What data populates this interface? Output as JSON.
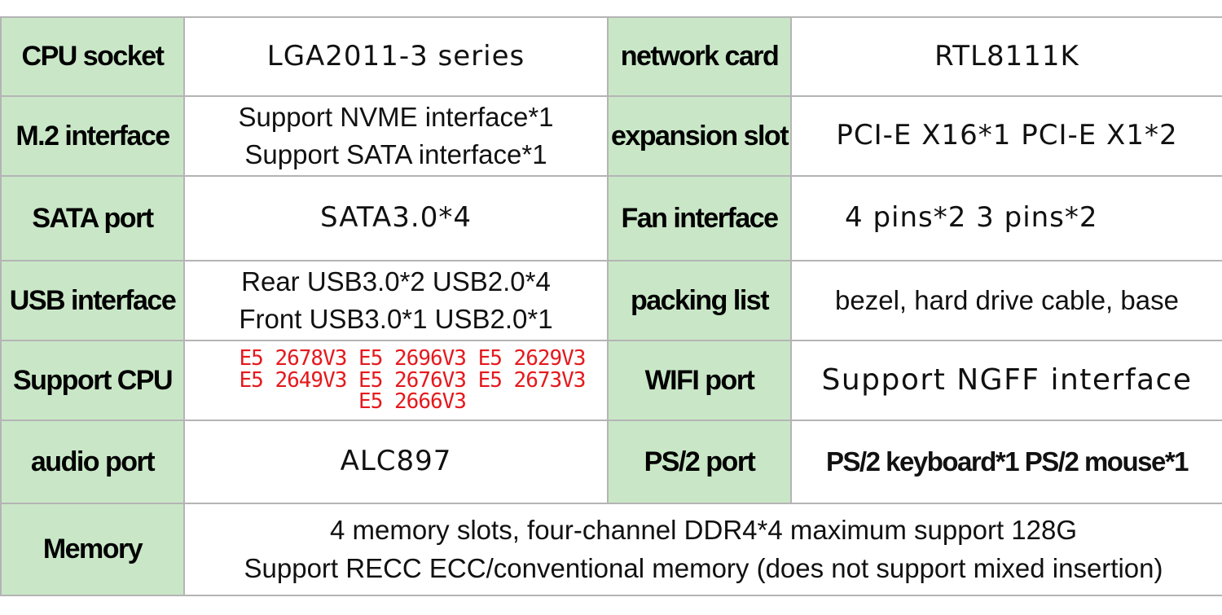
{
  "specs": {
    "cpu_socket": {
      "label": "CPU socket",
      "value": "LGA2011-3 series"
    },
    "network_card": {
      "label": "network card",
      "value": "RTL8111K"
    },
    "m2_interface": {
      "label": "M.2 interface",
      "lines": [
        "Support NVME interface*1",
        "Support SATA interface*1"
      ]
    },
    "expansion_slot": {
      "label": "expansion slot",
      "value": "PCI-E X16*1 PCI-E X1*2"
    },
    "sata_port": {
      "label": "SATA port",
      "value": "SATA3.0*4"
    },
    "fan_interface": {
      "label": "Fan interface",
      "value": "4 pins*2 3 pins*2"
    },
    "usb_interface": {
      "label": "USB interface",
      "lines": [
        "Rear USB3.0*2 USB2.0*4",
        "Front USB3.0*1 USB2.0*1"
      ]
    },
    "packing_list": {
      "label": "packing list",
      "value": "bezel, hard drive cable, base"
    },
    "support_cpu": {
      "label": "Support CPU",
      "lines": [
        "E5 2678V3 E5 2696V3 E5 2629V3",
        "E5 2649V3 E5 2676V3 E5 2673V3",
        "E5 2666V3"
      ]
    },
    "wifi_port": {
      "label": "WIFI port",
      "value": "Support NGFF interface"
    },
    "audio_port": {
      "label": "audio port",
      "value": "ALC897"
    },
    "ps2_port": {
      "label": "PS/2 port",
      "value": "PS/2 keyboard*1 PS/2 mouse*1"
    },
    "memory": {
      "label": "Memory",
      "lines": [
        "4 memory slots, four-channel DDR4*4 maximum support 128G",
        "Support RECC ECC/conventional memory (does not support mixed insertion)"
      ]
    }
  },
  "colors": {
    "label_background": "#c9e7c7",
    "border": "#b4b4b4",
    "cpu_list_text": "#e5191d"
  }
}
